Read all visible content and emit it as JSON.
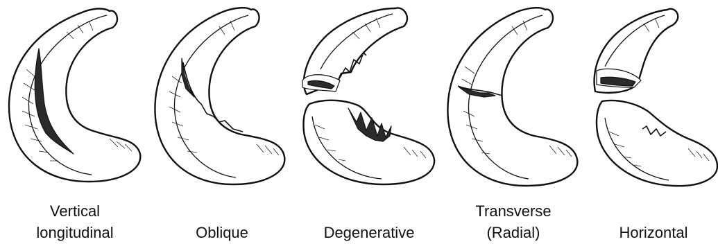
{
  "figure": {
    "panels": [
      {
        "lines": [
          "Vertical",
          "longitudinal"
        ]
      },
      {
        "lines": [
          "",
          "Oblique"
        ]
      },
      {
        "lines": [
          "",
          "Degenerative"
        ]
      },
      {
        "lines": [
          "Transverse",
          "(Radial)"
        ]
      },
      {
        "lines": [
          "",
          "Horizontal"
        ]
      }
    ]
  }
}
